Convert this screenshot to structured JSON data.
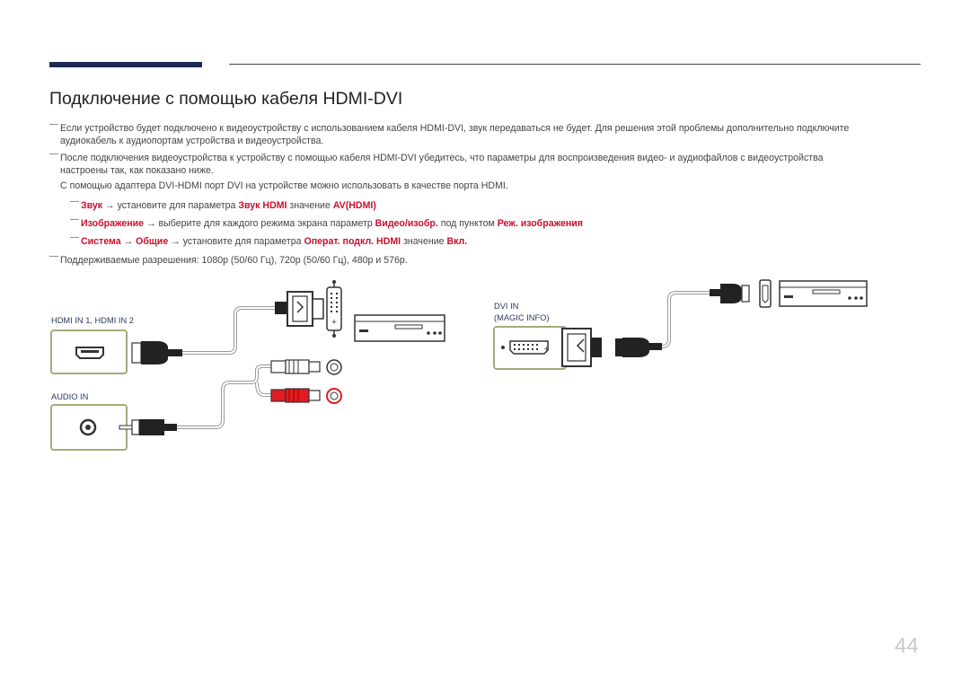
{
  "page": {
    "title": "Подключение с помощью кабеля HDMI-DVI",
    "page_number": "44"
  },
  "notes": {
    "note1_line1": "Если устройство будет подключено к видеоустройству с использованием кабеля HDMI-DVI, звук передаваться не будет. Для решения этой проблемы дополнительно подключите",
    "note1_line2": "аудиокабель к аудиопортам устройства и видеоустройства.",
    "note2_line1": "После подключения видеоустройства к устройству с помощью кабеля HDMI-DVI убедитесь, что параметры для воспроизведения видео- и аудиофайлов с видеоустройства",
    "note2_line2": "настроены так, как показано ниже.",
    "adapter_line": "С помощью адаптера DVI-HDMI порт DVI на устройстве можно использовать в качестве порта HDMI.",
    "setting1": {
      "menu": "Звук",
      "arrow": " → установите для параметра ",
      "param": "Звук HDMI",
      "mid": " значение ",
      "value": "AV(HDMI)"
    },
    "setting2": {
      "menu": "Изображение",
      "arrow": " → выберите для каждого режима экрана параметр ",
      "param": "Видео/изобр.",
      "mid": " под пунктом ",
      "value": "Реж. изображения"
    },
    "setting3": {
      "menu": "Система",
      "arrow1": " → ",
      "menu2": "Общие",
      "arrow": " → установите для параметра ",
      "param": "Операт. подкл. HDMI",
      "mid": " значение ",
      "value": "Вкл."
    },
    "resolutions": "Поддерживаемые разрешения: 1080p (50/60 Гц), 720p (50/60 Гц), 480p и 576p."
  },
  "diagram": {
    "label_hdmi": "HDMI IN 1, HDMI IN 2",
    "label_audio": "AUDIO IN",
    "label_dvi_line1": "DVI IN",
    "label_dvi_line2": "(MAGIC INFO)"
  },
  "colors": {
    "header_bar": "#1d2a55",
    "highlight_red": "#c8102e",
    "port_frame": "#a7a97a"
  }
}
